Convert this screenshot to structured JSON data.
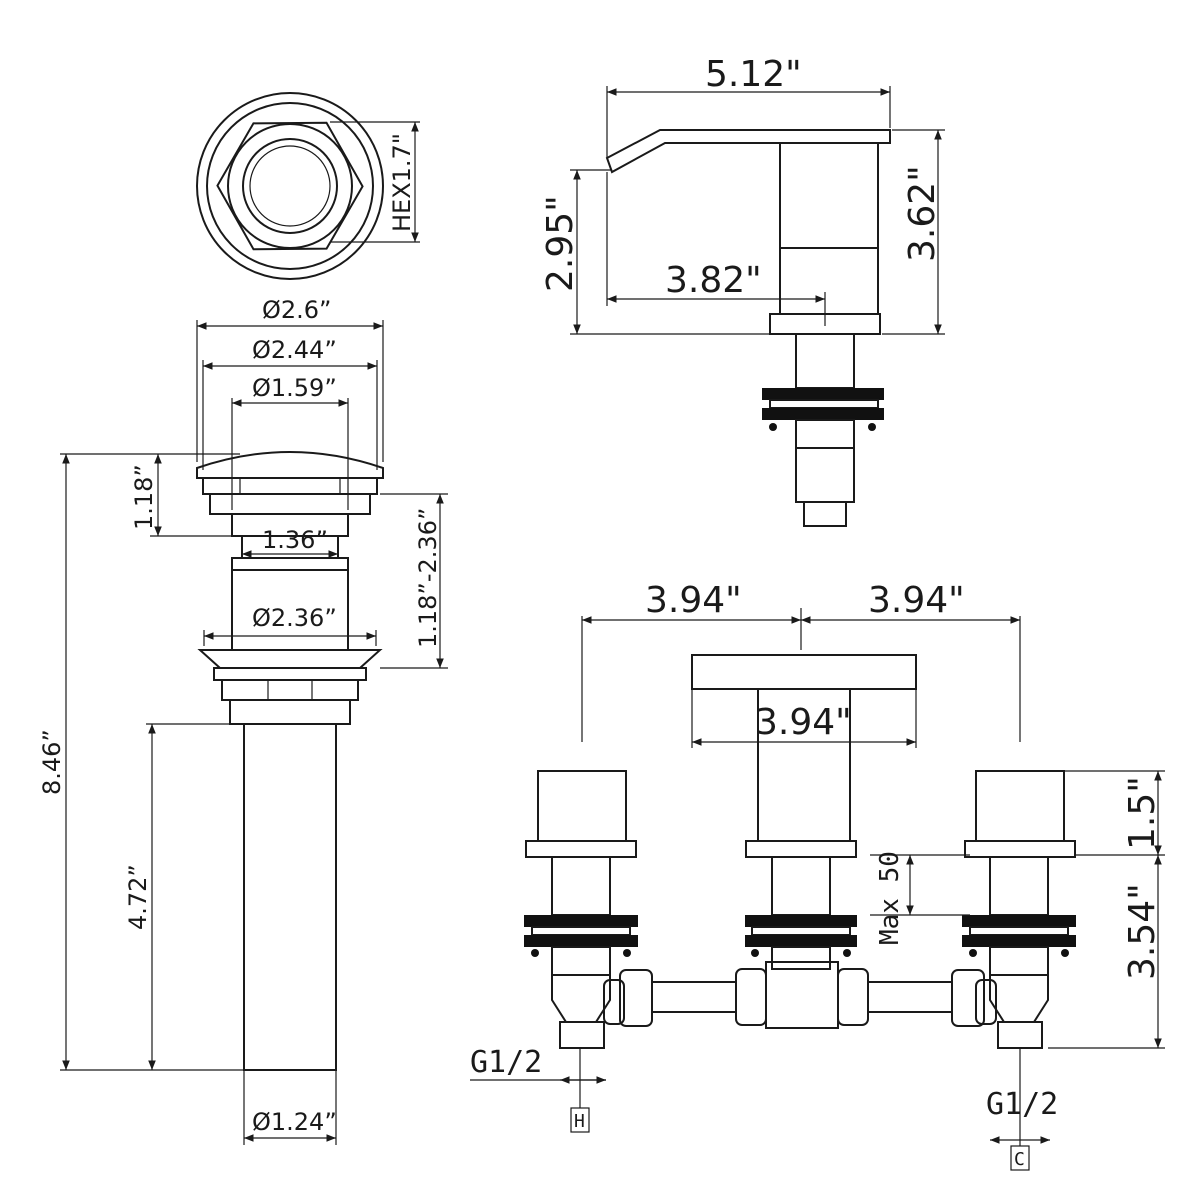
{
  "drain": {
    "hex": "HEX1.7\"",
    "d_outer": "Ø2.6”",
    "d_inner": "Ø2.44”",
    "d_cap": "Ø1.59”",
    "h_cap": "1.18”",
    "d_neck": "1.36”",
    "h_range": "1.18”-2.36”",
    "d_flange": "Ø2.36”",
    "h_total": "8.46”",
    "h_pipe": "4.72”",
    "d_pipe": "Ø1.24”"
  },
  "spout": {
    "width": "5.12\"",
    "height_total": "3.62\"",
    "height_outlet": "2.95\"",
    "reach": "3.82\""
  },
  "set": {
    "spacing_left": "3.94\"",
    "spacing_right": "3.94\"",
    "spout_top": "3.94\"",
    "handle_h": "1.5\"",
    "shank_h": "3.54\"",
    "max_deck": "Max 50",
    "inlet_hot": "G1/2",
    "inlet_cold": "G1/2",
    "mark_hot": "H",
    "mark_cold": "C"
  }
}
